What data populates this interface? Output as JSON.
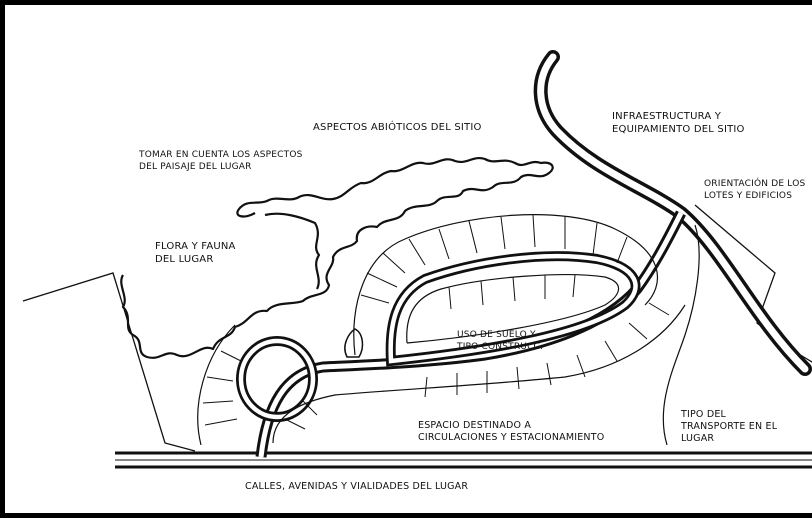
{
  "labels": {
    "abioticos": "ASPECTOS ABIÓTICOS DEL SITIO",
    "paisaje_1": "TOMAR EN CUENTA LOS ASPECTOS",
    "paisaje_2": "DEL PAISAJE DEL LUGAR",
    "infra_1": "INFRAESTRUCTURA Y",
    "infra_2": "EQUIPAMIENTO DEL SITIO",
    "orient_1": "ORIENTACIÓN DE LOS",
    "orient_2": "LOTES Y EDIFICIOS",
    "flora_1": "FLORA Y FAUNA",
    "flora_2": "DEL LUGAR",
    "suelo_1": "USO DE SUELO Y",
    "suelo_2": "TIPO CONSTRUCC.",
    "espacio_1": "ESPACIO DESTINADO A",
    "espacio_2": "CIRCULACIONES Y ESTACIONAMIENTO",
    "transporte_1": "TIPO DEL",
    "transporte_2": "TRANSPORTE EN EL",
    "transporte_3": "LUGAR",
    "calles": "CALLES, AVENIDAS Y VIALIDADES DEL LUGAR"
  }
}
